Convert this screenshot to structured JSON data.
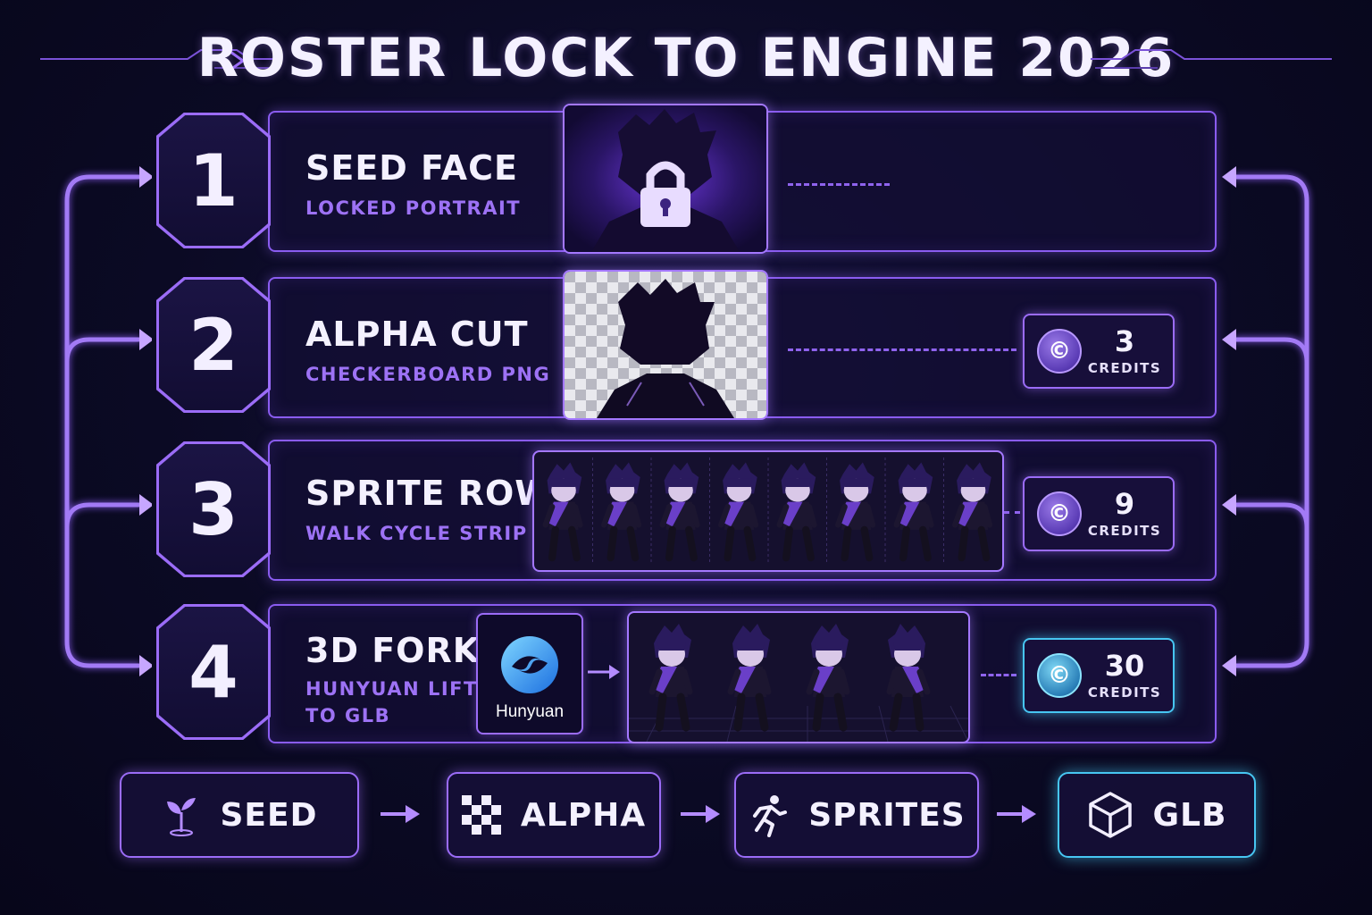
{
  "title": "ROSTER LOCK TO ENGINE 2026",
  "steps": [
    {
      "number": "1",
      "title": "SEED FACE",
      "subtitle": "LOCKED PORTRAIT"
    },
    {
      "number": "2",
      "title": "ALPHA CUT",
      "subtitle": "CHECKERBOARD PNG",
      "credits": "3",
      "credits_label": "CREDITS"
    },
    {
      "number": "3",
      "title": "SPRITE ROW",
      "subtitle": "WALK CYCLE STRIP",
      "credits": "9",
      "credits_label": "CREDITS"
    },
    {
      "number": "4",
      "title": "3D FORK",
      "subtitle_line1": "HUNYUAN LIFT",
      "subtitle_line2": "TO GLB",
      "credits": "30",
      "credits_label": "CREDITS",
      "tool_label": "Hunyuan"
    }
  ],
  "pipeline": [
    {
      "label": "SEED",
      "icon": "sprout-icon"
    },
    {
      "label": "ALPHA",
      "icon": "checker-icon"
    },
    {
      "label": "SPRITES",
      "icon": "running-icon"
    },
    {
      "label": "GLB",
      "icon": "cube-icon"
    }
  ],
  "colors": {
    "accent": "#9b6cf7",
    "cyan": "#47c6f2",
    "background": "#0b0a24"
  }
}
